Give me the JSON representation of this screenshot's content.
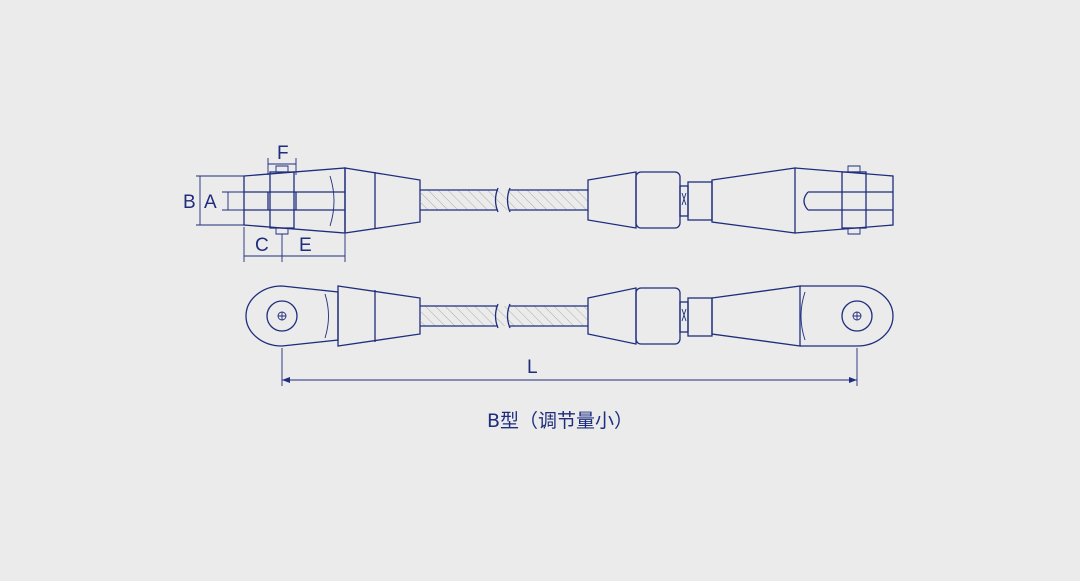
{
  "diagram": {
    "caption": "B型（调节量小）",
    "labels": {
      "b": "B",
      "a": "A",
      "f": "F",
      "c": "C",
      "e": "E",
      "l": "L"
    }
  },
  "colors": {
    "background": "#ebebeb",
    "line": "#1e2d7d",
    "hatch": "#9a9a9a"
  }
}
